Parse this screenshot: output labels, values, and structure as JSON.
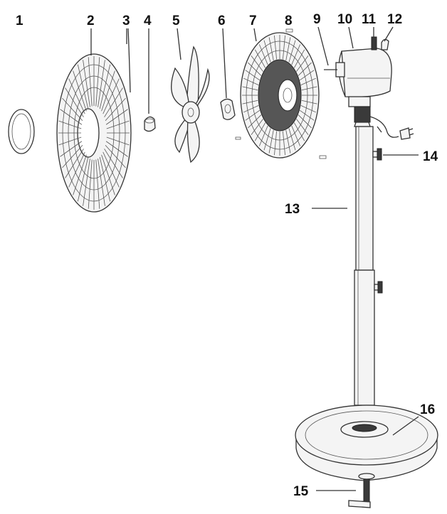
{
  "diagram": {
    "callouts": [
      "1",
      "2",
      "3",
      "4",
      "5",
      "6",
      "7",
      "8",
      "9",
      "10",
      "11",
      "12",
      "13",
      "14",
      "15",
      "16"
    ]
  },
  "colors": {
    "ink": "#111111",
    "line": "#333333",
    "background": "#ffffff"
  }
}
